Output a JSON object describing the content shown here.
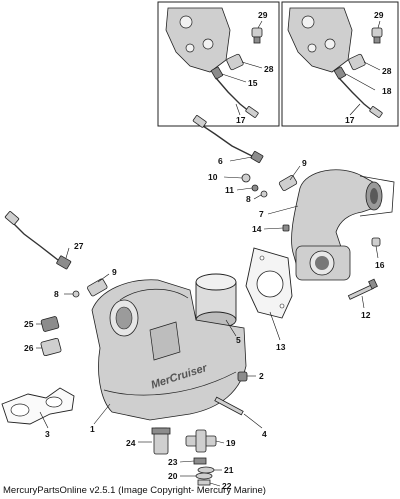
{
  "footer_text": "MercuryPartsOnline v2.5.1 (Image Copyright- Mercury Marine)",
  "manifold_logo_text": "MerCruiser",
  "callouts": {
    "n29a": "29",
    "n28a": "28",
    "n15": "15",
    "n17a": "17",
    "n29b": "29",
    "n28b": "28",
    "n18": "18",
    "n17b": "17",
    "n6": "6",
    "n9a": "9",
    "n10": "10",
    "n11": "11",
    "n8a": "8",
    "n7": "7",
    "n14": "14",
    "n16": "16",
    "n12": "12",
    "n13": "13",
    "n27": "27",
    "n9b": "9",
    "n8b": "8",
    "n25": "25",
    "n26": "26",
    "n5": "5",
    "n2": "2",
    "n3": "3",
    "n1": "1",
    "n4": "4",
    "n24": "24",
    "n19": "19",
    "n23": "23",
    "n21": "21",
    "n20": "20",
    "n22": "22"
  }
}
